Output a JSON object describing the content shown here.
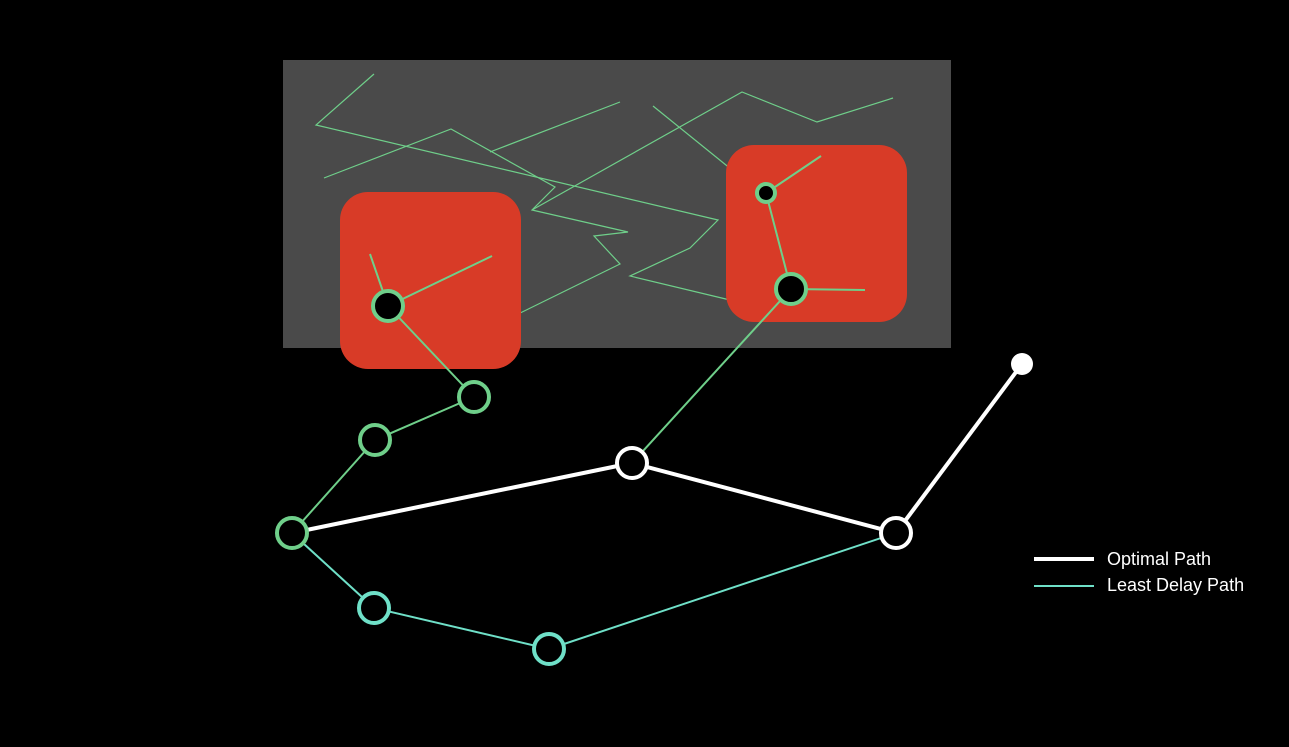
{
  "colors": {
    "background": "#000000",
    "panel": "#4a4a4a",
    "blocker": "#d83b27",
    "optimal_path": "#ffffff",
    "least_delay_path": "#6fcf8a",
    "least_delay_path_lower": "#6fe0c8",
    "node_fill": "#000000",
    "end_node_fill": "#ffffff"
  },
  "legend": {
    "optimal_label": "Optimal Path",
    "least_delay_label": "Least Delay Path"
  },
  "elements": {
    "panel": "congested-region",
    "blockers": [
      "blocker-left",
      "blocker-right"
    ],
    "nodes": [
      "start-node",
      "left-upper-node-1",
      "left-upper-node-2",
      "left-blocked-node",
      "center-node",
      "right-blocked-node",
      "right-small-blocked-node",
      "right-node",
      "end-node",
      "lower-node-1",
      "lower-node-2"
    ]
  }
}
